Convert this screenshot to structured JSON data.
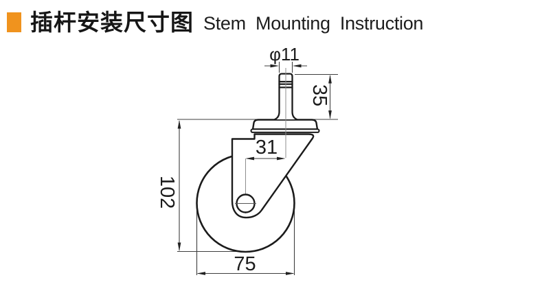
{
  "title": {
    "zh": "插杆安装尺寸图",
    "en": "Stem Mounting Instruction",
    "bullet_color": "#F0931E"
  },
  "diagram": {
    "type": "technical-drawing",
    "description": "Side view of a swivel stem caster with mounting dimensions",
    "labels": {
      "stem_diameter": "φ11",
      "stem_length": "35",
      "swivel_offset": "31",
      "overall_height": "102",
      "wheel_diameter": "75"
    },
    "line_color": "#1b1b1b",
    "dim_color": "#3d3d3d"
  }
}
